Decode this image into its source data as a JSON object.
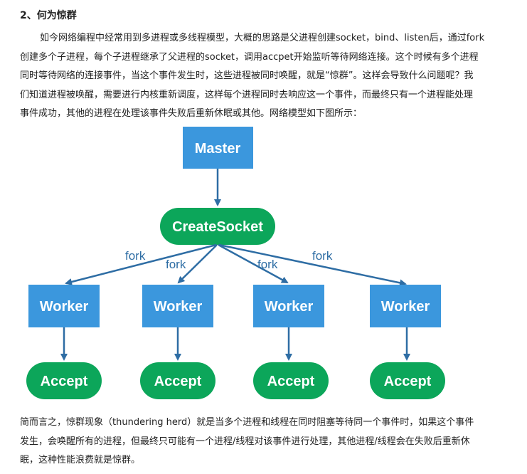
{
  "section": {
    "heading": "2、何为惊群"
  },
  "intro_lines": [
    "如今网络编程中经常用到多进程或多线程模型，大概的思路是父进程创建socket，bind、listen后，通过fork",
    "创建多个子进程，每个子进程继承了父进程的socket，调用accpet开始监听等待网络连接。这个时候有多个进程",
    "同时等待网络的连接事件，当这个事件发生时，这些进程被同时唤醒，就是“惊群”。这样会导致什么问题呢？我",
    "们知道进程被唤醒，需要进行内核重新调度，这样每个进程同时去响应这一个事件，而最终只有一个进程能处理",
    "事件成功，其他的进程在处理该事件失败后重新休眠或其他。网络模型如下图所示："
  ],
  "diagram": {
    "master": "Master",
    "create_socket": "CreateSocket",
    "fork_label": "fork",
    "workers": [
      "Worker",
      "Worker",
      "Worker",
      "Worker"
    ],
    "accepts": [
      "Accept",
      "Accept",
      "Accept",
      "Accept"
    ],
    "colors": {
      "box_blue": "#3b97dd",
      "pill_green": "#0ca65a",
      "arrow": "#2e6da4",
      "text": "#ffffff"
    }
  },
  "summary_lines": [
    "简而言之，惊群现象（thundering herd）就是当多个进程和线程在同时阻塞等待同一个事件时，如果这个事件",
    "发生，会唤醒所有的进程，但最终只可能有一个进程/线程对该事件进行处理，其他进程/线程会在失败后重新休",
    "眠，这种性能浪费就是惊群。"
  ]
}
